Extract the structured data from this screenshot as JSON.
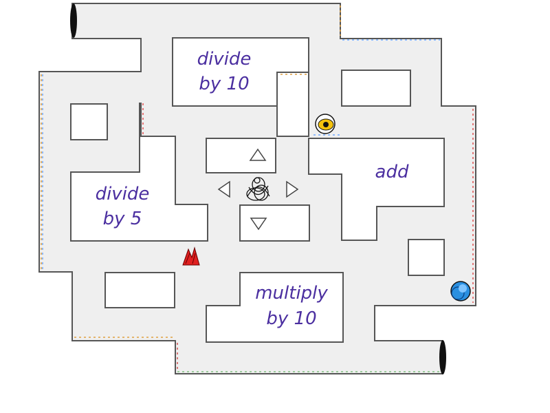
{
  "rooms": {
    "divide_10": {
      "line1": "divide",
      "line2": "by 10"
    },
    "divide_5": {
      "line1": "divide",
      "line2": "by 5"
    },
    "add": {
      "line1": "add"
    },
    "multiply_10": {
      "line1": "multiply",
      "line2": "by 10"
    }
  },
  "controls": {
    "up": "up-arrow-icon",
    "down": "down-arrow-icon",
    "left": "left-arrow-icon",
    "right": "right-arrow-icon"
  },
  "tokens": {
    "player": "scribble-player-icon",
    "yellow": "yellow-orb-icon",
    "blue": "blue-orb-icon",
    "red": "red-spike-icon"
  },
  "colors": {
    "corridor": "#efefef",
    "wall": "#555555",
    "label": "#4b2fa0",
    "yellow": "#f4c20d",
    "blue": "#2a8fe0",
    "red": "#e02020",
    "portal": "#111111"
  }
}
